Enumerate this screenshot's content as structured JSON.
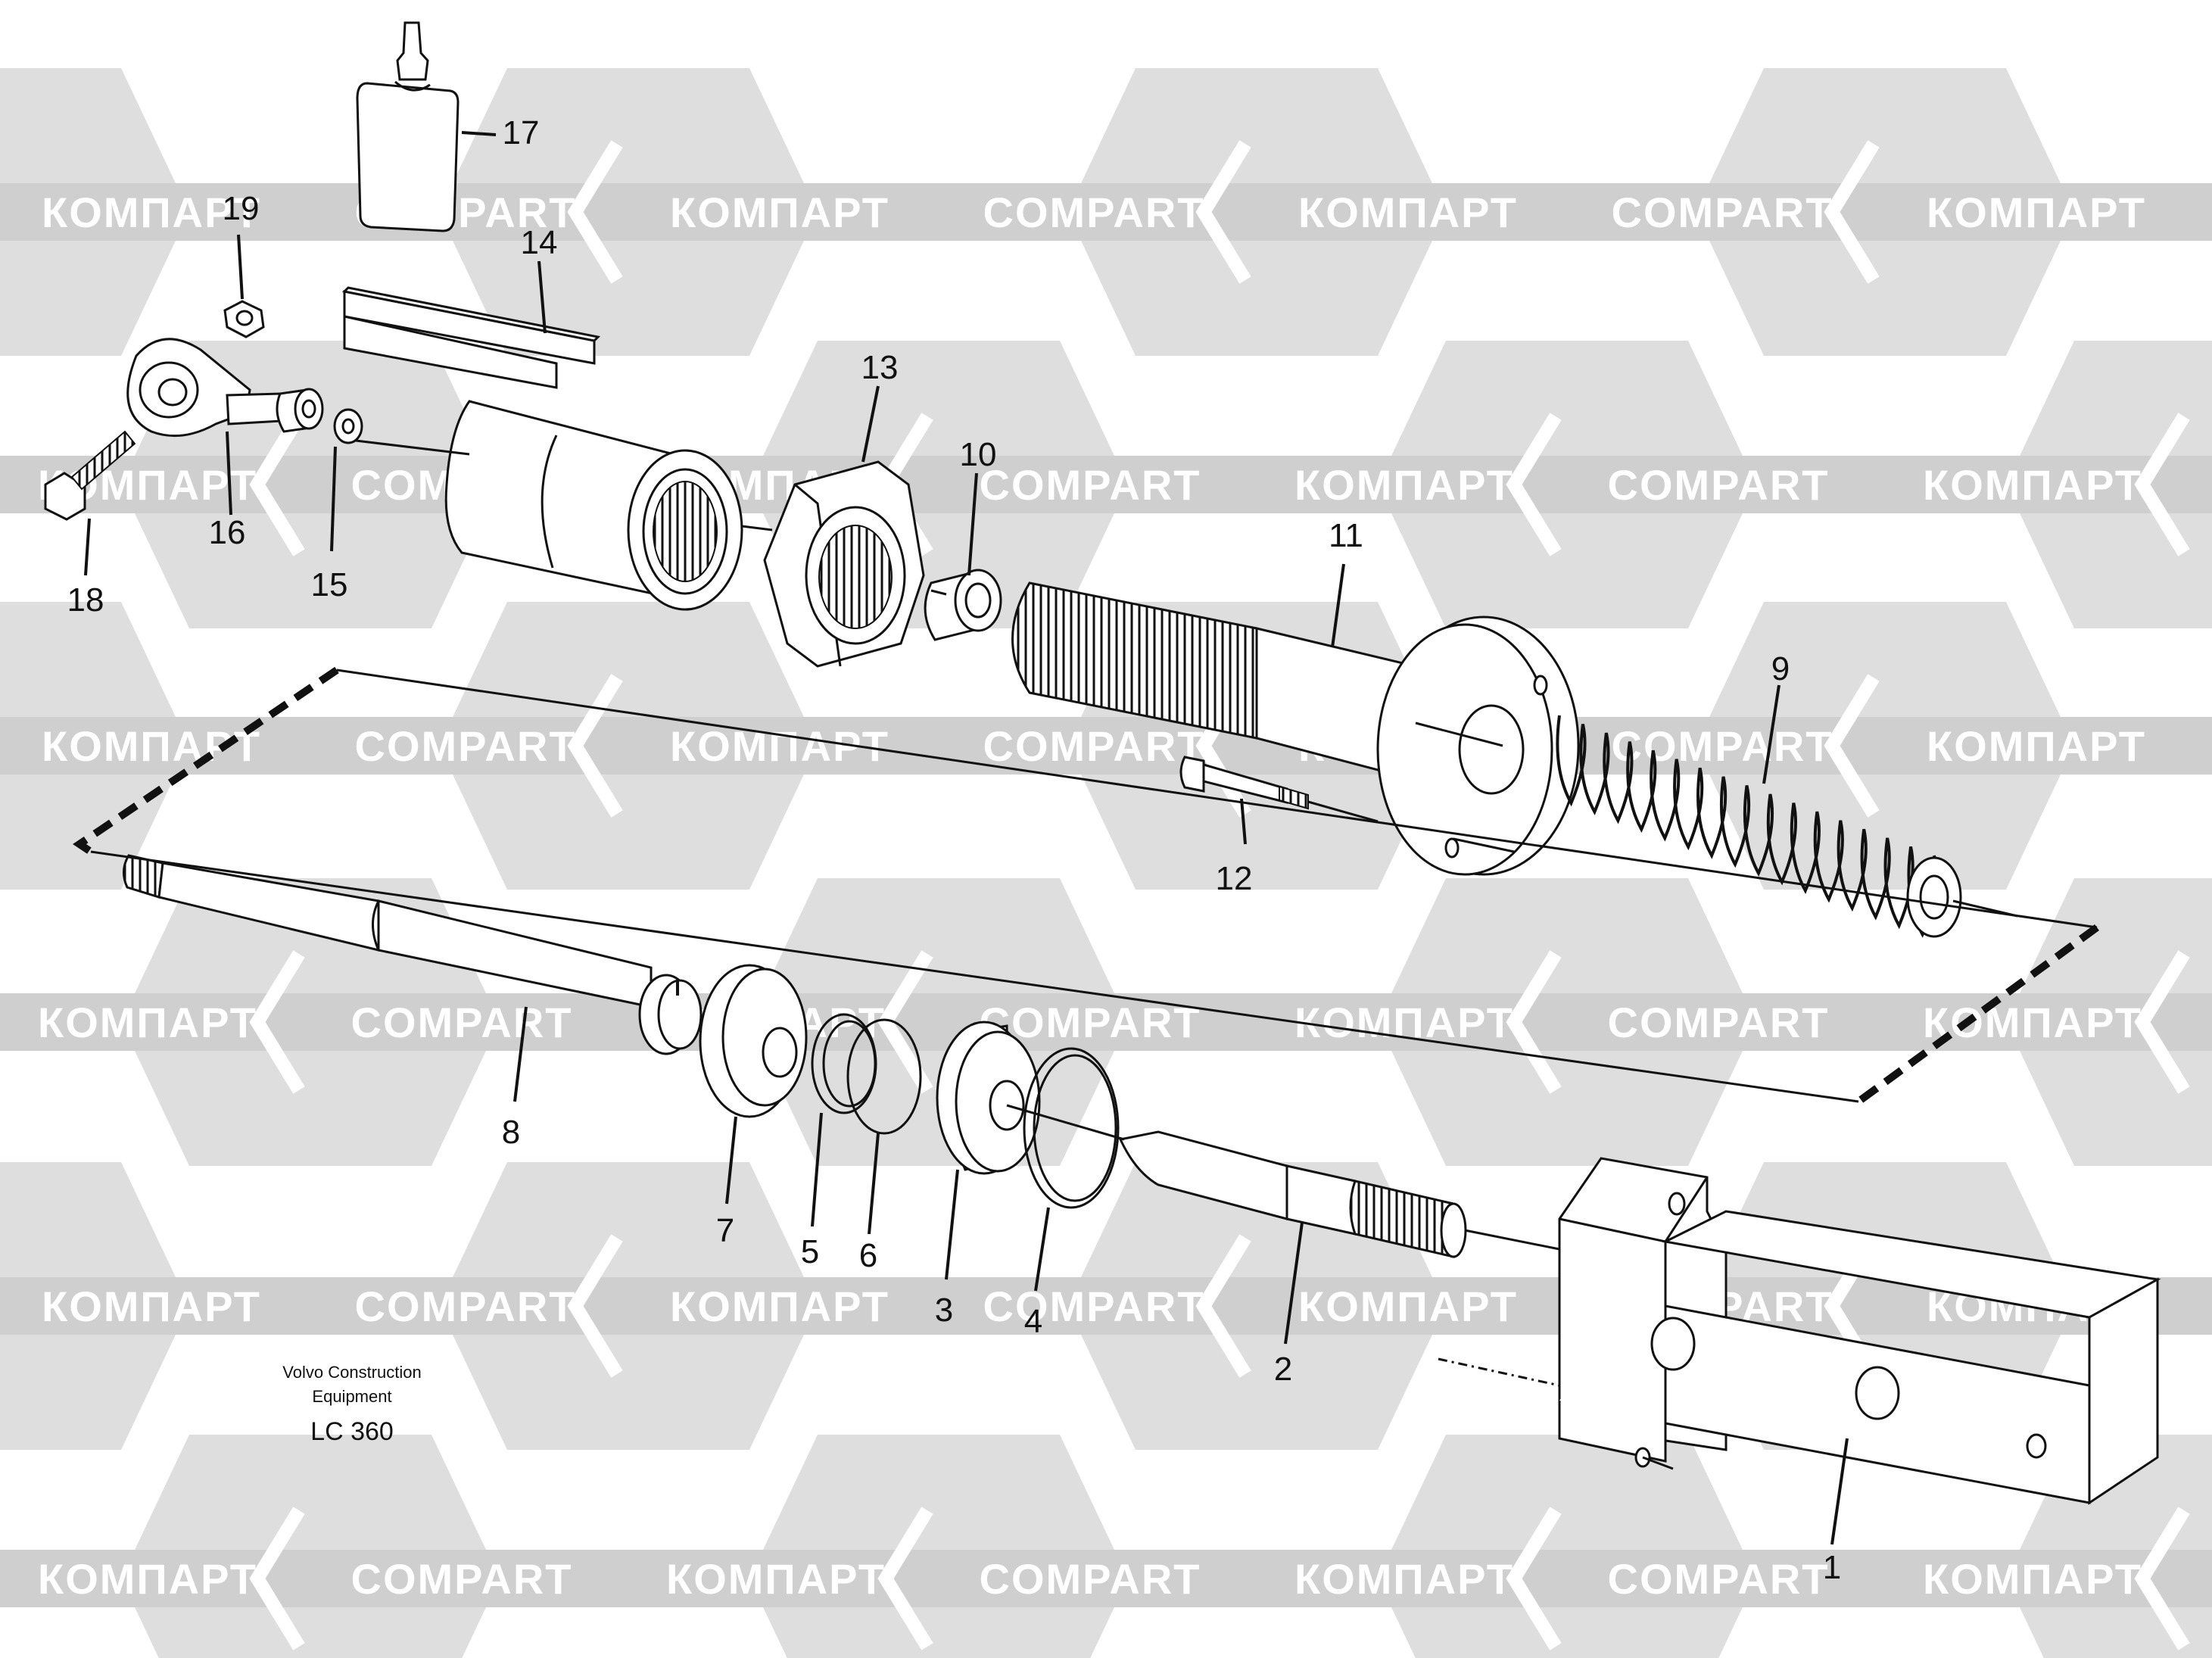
{
  "watermark": {
    "text_latin": "COMPART",
    "text_cyrillic": "КОМПАРТ",
    "color_hex_shape": "#dedede",
    "color_hex_band": "#cfcfcf"
  },
  "caption": {
    "line1": "Volvo Construction",
    "line2": "Equipment",
    "model": "LC 360"
  },
  "callouts": [
    {
      "id": "1",
      "label": "1"
    },
    {
      "id": "2",
      "label": "2"
    },
    {
      "id": "3",
      "label": "3"
    },
    {
      "id": "4",
      "label": "4"
    },
    {
      "id": "5",
      "label": "5"
    },
    {
      "id": "6",
      "label": "6"
    },
    {
      "id": "7",
      "label": "7"
    },
    {
      "id": "8",
      "label": "8"
    },
    {
      "id": "9",
      "label": "9"
    },
    {
      "id": "10",
      "label": "10"
    },
    {
      "id": "11",
      "label": "11"
    },
    {
      "id": "12",
      "label": "12"
    },
    {
      "id": "13",
      "label": "13"
    },
    {
      "id": "14",
      "label": "14"
    },
    {
      "id": "15",
      "label": "15"
    },
    {
      "id": "16",
      "label": "16"
    },
    {
      "id": "17",
      "label": "17"
    },
    {
      "id": "18",
      "label": "18"
    },
    {
      "id": "19",
      "label": "19"
    }
  ]
}
